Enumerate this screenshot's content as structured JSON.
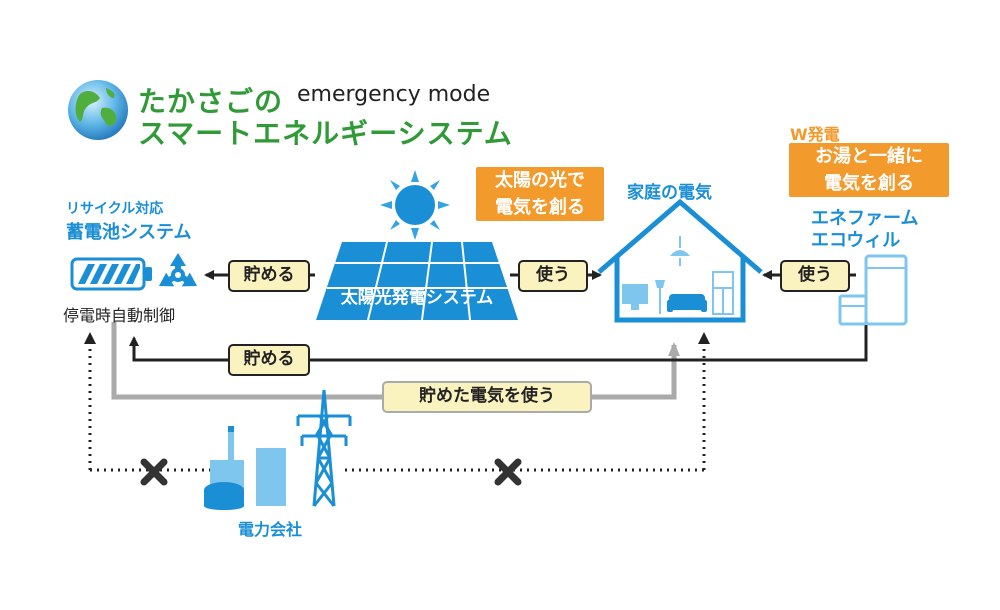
{
  "title": {
    "line1": "たかさごの",
    "mode": "emergency mode",
    "line2": "スマートエネルギーシステム"
  },
  "battery": {
    "subtitle": "リサイクル対応",
    "name": "蓄電池システム",
    "caption": "停電時自動制御"
  },
  "solar": {
    "panel_label": "太陽光発電システム",
    "callout": [
      "太陽の光で",
      "電気を創る"
    ]
  },
  "house": {
    "label": "家庭の電気"
  },
  "enefarm": {
    "w_label": "W発電",
    "callout": [
      "お湯と一緒に",
      "電気を創る"
    ],
    "name_line1": "エネファーム",
    "name_line2": "エコウィル"
  },
  "arrows": {
    "store_top": "貯める",
    "use_solar": "使う",
    "use_enefarm": "使う",
    "store_bottom": "貯める",
    "use_stored": "貯めた電気を使う"
  },
  "utility": {
    "label": "電力会社"
  },
  "colors": {
    "accent_blue": "#1a8fd6",
    "title_green": "#2f9a36",
    "callout_orange": "#f39a2d",
    "tag_fill": "#faf3c0"
  }
}
